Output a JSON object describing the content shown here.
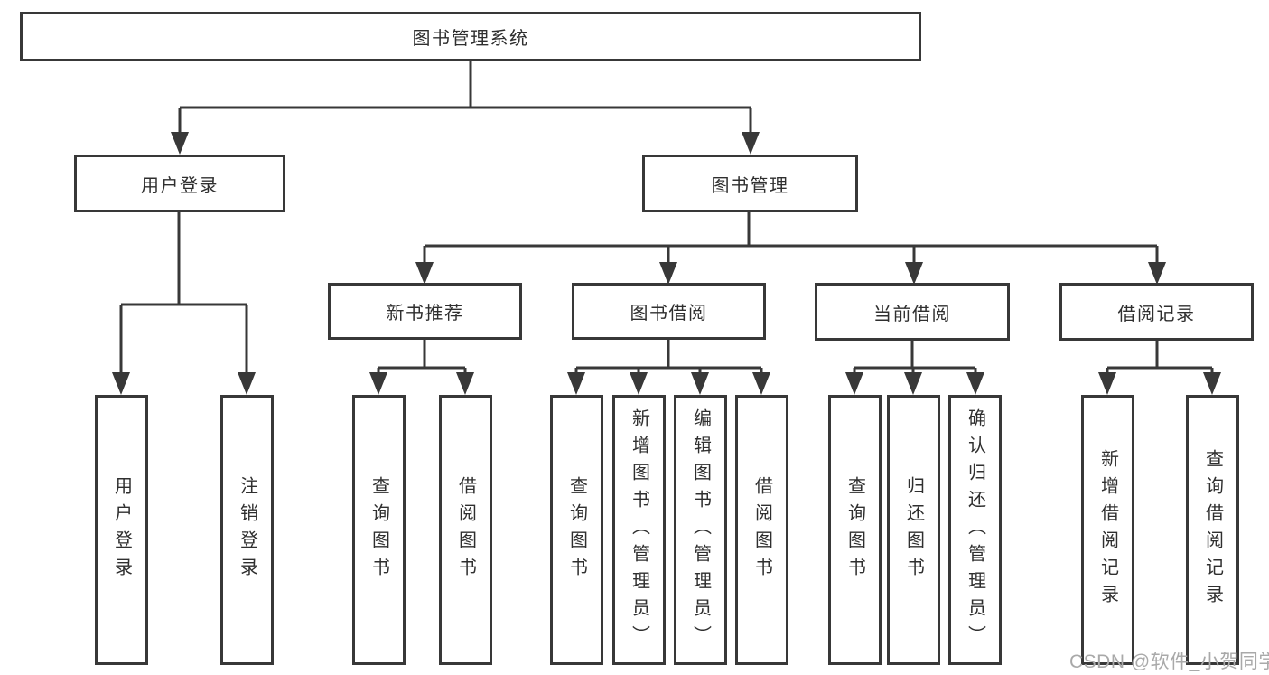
{
  "diagram": {
    "title": "图书管理系统",
    "root": {
      "label": "图书管理系统"
    },
    "level2": [
      {
        "label": "用户登录"
      },
      {
        "label": "图书管理"
      }
    ],
    "level3": [
      {
        "parent": "图书管理",
        "label": "新书推荐"
      },
      {
        "parent": "图书管理",
        "label": "图书借阅"
      },
      {
        "parent": "图书管理",
        "label": "当前借阅"
      },
      {
        "parent": "图书管理",
        "label": "借阅记录"
      }
    ],
    "leaves": [
      {
        "parent": "用户登录",
        "label": "用户登录"
      },
      {
        "parent": "用户登录",
        "label": "注销登录"
      },
      {
        "parent": "新书推荐",
        "label": "查询图书"
      },
      {
        "parent": "新书推荐",
        "label": "借阅图书"
      },
      {
        "parent": "图书借阅",
        "label": "查询图书"
      },
      {
        "parent": "图书借阅",
        "label": "新增图书（管理员）"
      },
      {
        "parent": "图书借阅",
        "label": "编辑图书（管理员）"
      },
      {
        "parent": "图书借阅",
        "label": "借阅图书"
      },
      {
        "parent": "当前借阅",
        "label": "查询图书"
      },
      {
        "parent": "当前借阅",
        "label": "归还图书"
      },
      {
        "parent": "当前借阅",
        "label": "确认归还（管理员）"
      },
      {
        "parent": "借阅记录",
        "label": "新增借阅记录"
      },
      {
        "parent": "借阅记录",
        "label": "查询借阅记录"
      }
    ],
    "watermark": "CSDN @软件_小贺同学",
    "colors": {
      "line": "#383838",
      "text": "#2f2f2f",
      "box_background": "#ffffff",
      "watermark": "#a9a9a9"
    }
  }
}
